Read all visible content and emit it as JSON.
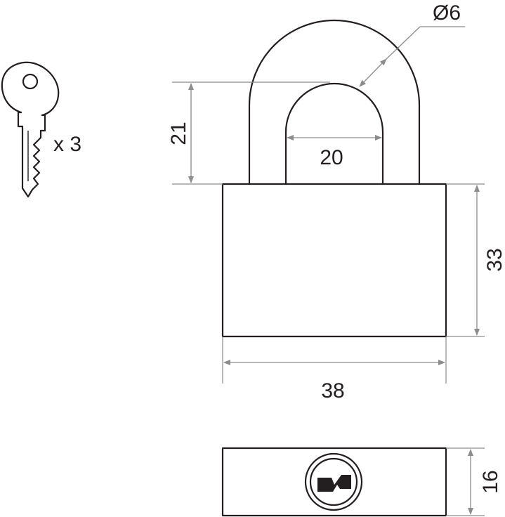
{
  "key_quantity": "x 3",
  "dimensions": {
    "shackle_diameter": "Ø6",
    "shackle_height": "21",
    "shackle_inner_width": "20",
    "body_height": "33",
    "body_width": "38",
    "body_depth": "16"
  },
  "colors": {
    "outline": "#231f20",
    "dimension_line": "#8c8c8c",
    "background": "#ffffff"
  }
}
